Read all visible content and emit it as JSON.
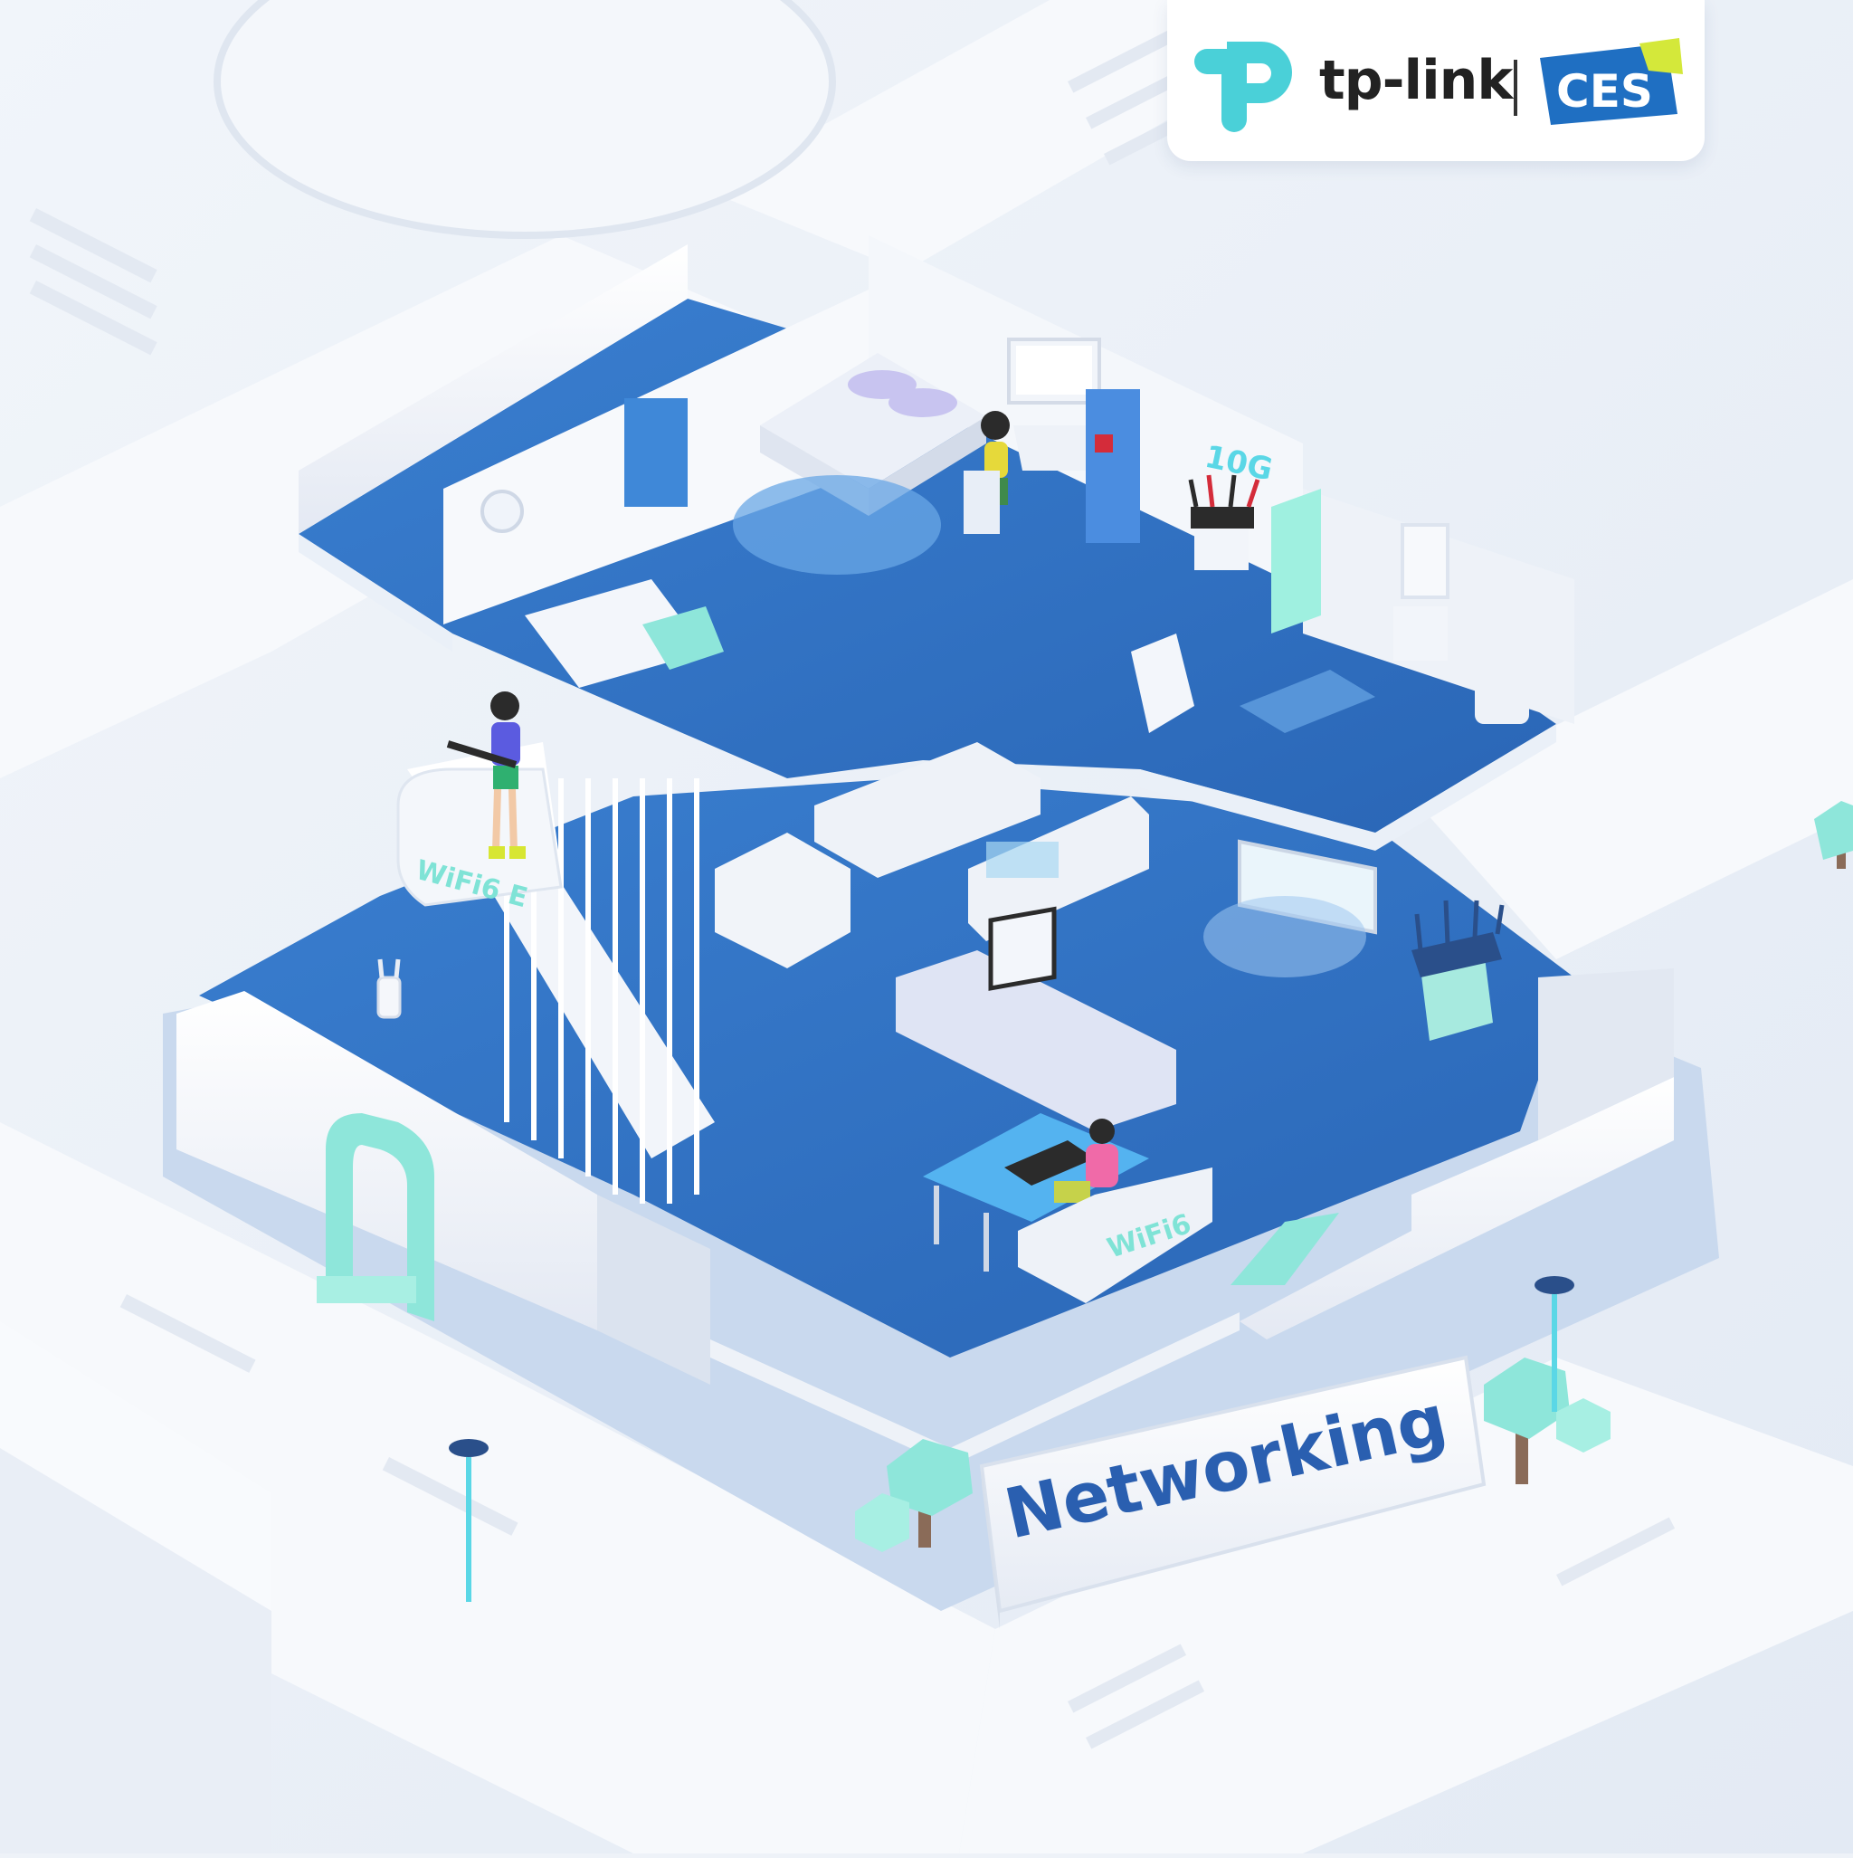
{
  "brand": {
    "name": "tp-link",
    "event": "CES",
    "colors": {
      "tp_teal": "#4ad0d8",
      "ces_blue": "#1f6fc2",
      "ces_lime": "#d4e83a"
    }
  },
  "scene": {
    "sign_text": "Networking",
    "labels": {
      "wifi6e": "WiFi6 E",
      "wifi6": "WiFi6",
      "ten_g": "10G"
    },
    "colors": {
      "floor_blue": "#2f72c4",
      "wall_white": "#f4f6fb",
      "accent_teal": "#7fe3d6",
      "ground": "#e9eef6",
      "path": "#f7f9fc"
    },
    "icons": [
      "tree-icon",
      "street-lamp-icon",
      "router-icon",
      "wifi-extender-icon",
      "door-arch-icon",
      "person-icon"
    ]
  }
}
